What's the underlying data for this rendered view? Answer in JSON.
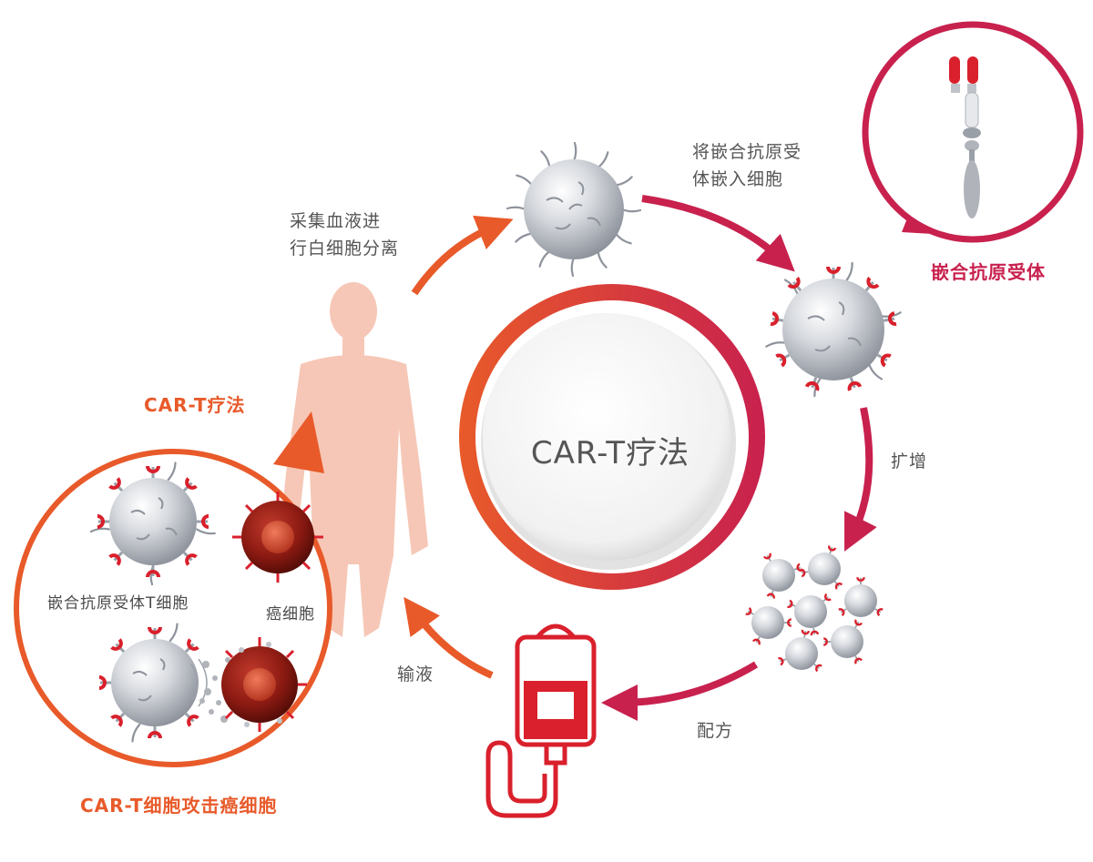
{
  "center_title": "CAR-T疗法",
  "steps": {
    "collect": "采集血液进\n行白细胞分离",
    "insert": "将嵌合抗原受\n体嵌入细胞",
    "expand": "扩增",
    "formulate": "配方",
    "infuse": "输液"
  },
  "callouts": {
    "receptor": "嵌合抗原受体",
    "therapy": "CAR-T疗法",
    "car_t_cell": "嵌合抗原受体T细胞",
    "cancer_cell": "癌细胞",
    "attack": "CAR-T细胞攻击癌细胞"
  },
  "colors": {
    "orange": "#e85a2a",
    "crimson": "#c8214e",
    "red": "#d9202c",
    "cell_grey": "#c9ccd2",
    "skin": "#f6c7b6",
    "cancer": "#8b1a12"
  }
}
